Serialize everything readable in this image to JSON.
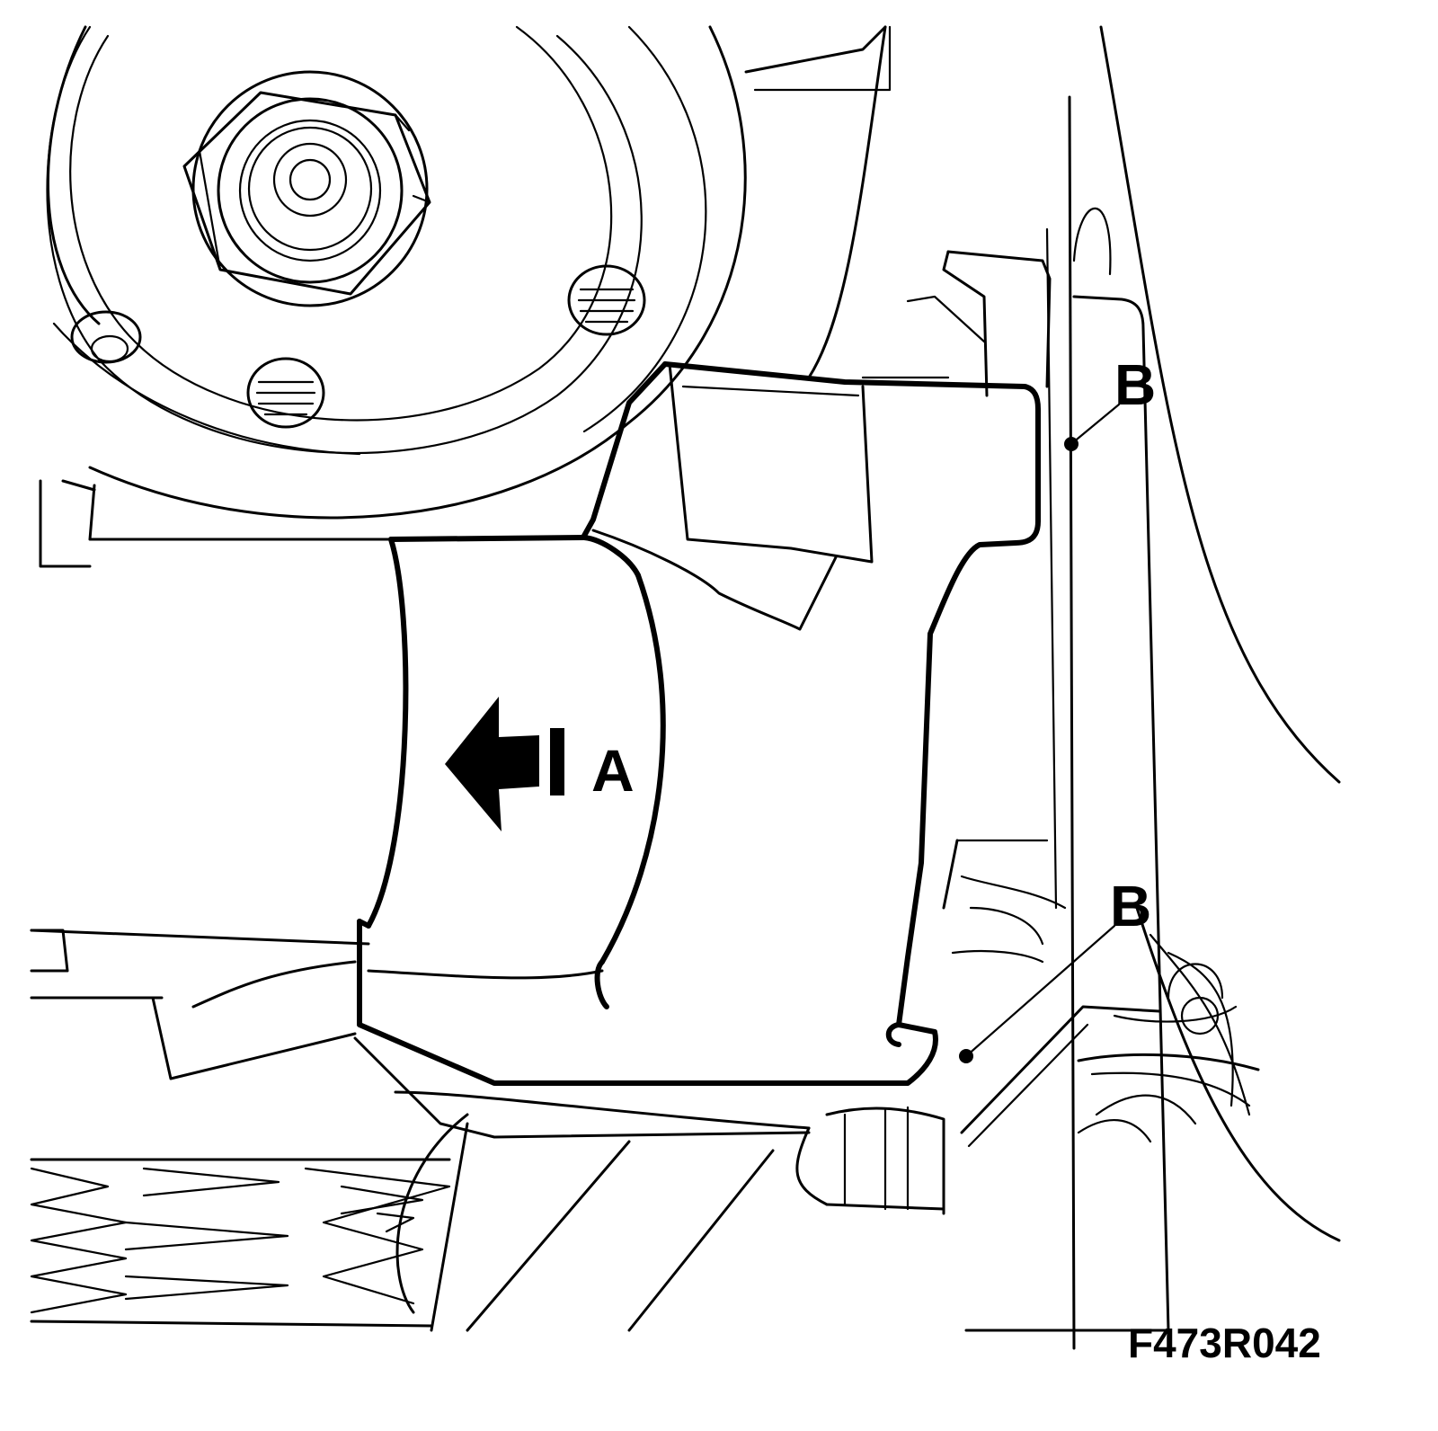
{
  "labels": {
    "a": "A",
    "b_top": "B",
    "b_bottom": "B"
  },
  "figure_id": "F473R042",
  "arrow": {
    "direction": "left",
    "icon": "arrow-left-icon"
  }
}
